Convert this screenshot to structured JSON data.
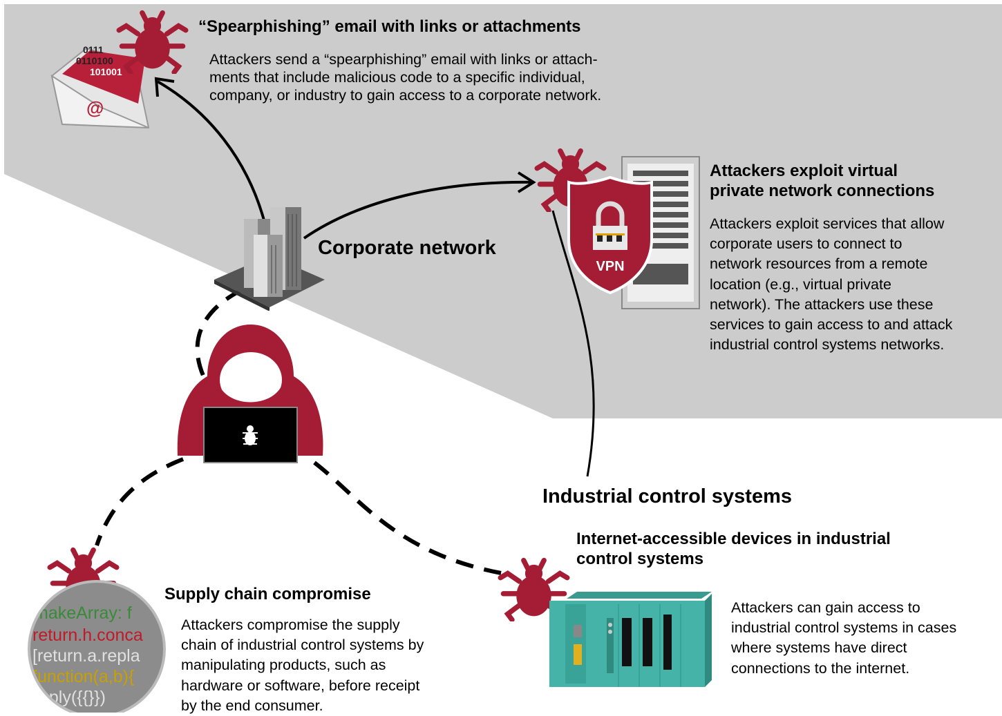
{
  "colors": {
    "accent": "#a51d35",
    "region_gray": "#cccccc",
    "teal": "#3fa9a0"
  },
  "icons": [
    "bug-icon",
    "email-icon",
    "office-building-icon",
    "vpn-shield-icon",
    "padlock-icon",
    "server-rack-icon",
    "hacker-icon",
    "laptop-icon",
    "plc-device-icon",
    "source-code-icon"
  ],
  "spear": {
    "title": "“Spearphishing” email with links or attachments",
    "lines": [
      "Attackers send a “spearphishing” email with links or attach-",
      "ments that include malicious code to a specific individual,",
      "company, or industry to gain access to a corporate network."
    ],
    "binary": [
      "0111",
      "0110100",
      "101001"
    ],
    "at": "@"
  },
  "vpn": {
    "title_lines": [
      "Attackers exploit virtual",
      "private network connections"
    ],
    "lines": [
      "Attackers exploit services that allow",
      "corporate users to connect to",
      "network resources from a remote",
      "location (e.g., virtual private",
      "network). The attackers use these",
      "services to gain access to and attack",
      "industrial control systems networks."
    ],
    "badge": "VPN"
  },
  "corporate": {
    "label": "Corporate network"
  },
  "ics": {
    "label": "Industrial control systems"
  },
  "internet": {
    "title_lines": [
      "Internet-accessible devices in industrial",
      "control systems"
    ],
    "lines": [
      "Attackers can gain access to",
      "industrial control systems in cases",
      "where systems have direct",
      "connections to the internet."
    ]
  },
  "supply": {
    "title": "Supply chain compromise",
    "lines": [
      "Attackers compromise the supply",
      "chain of industrial control systems by",
      "manipulating products, such as",
      "hardware or software, before receipt",
      "by the end consumer."
    ],
    "code": [
      "makeArray: f",
      "return.h.conca",
      "[return.a.repla",
      "function(a,b){",
      "pply({{}})"
    ]
  }
}
